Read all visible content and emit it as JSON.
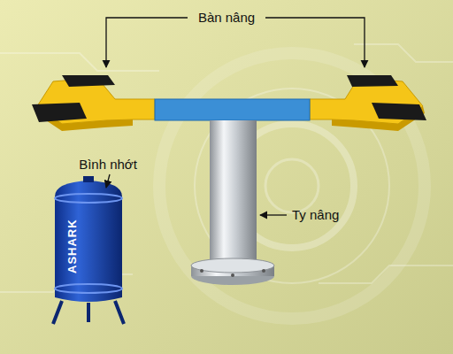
{
  "diagram": {
    "labels": [
      "Bàn nâng",
      "Bình nhớt",
      "Ty nâng",
      "ASHARK"
    ]
  }
}
